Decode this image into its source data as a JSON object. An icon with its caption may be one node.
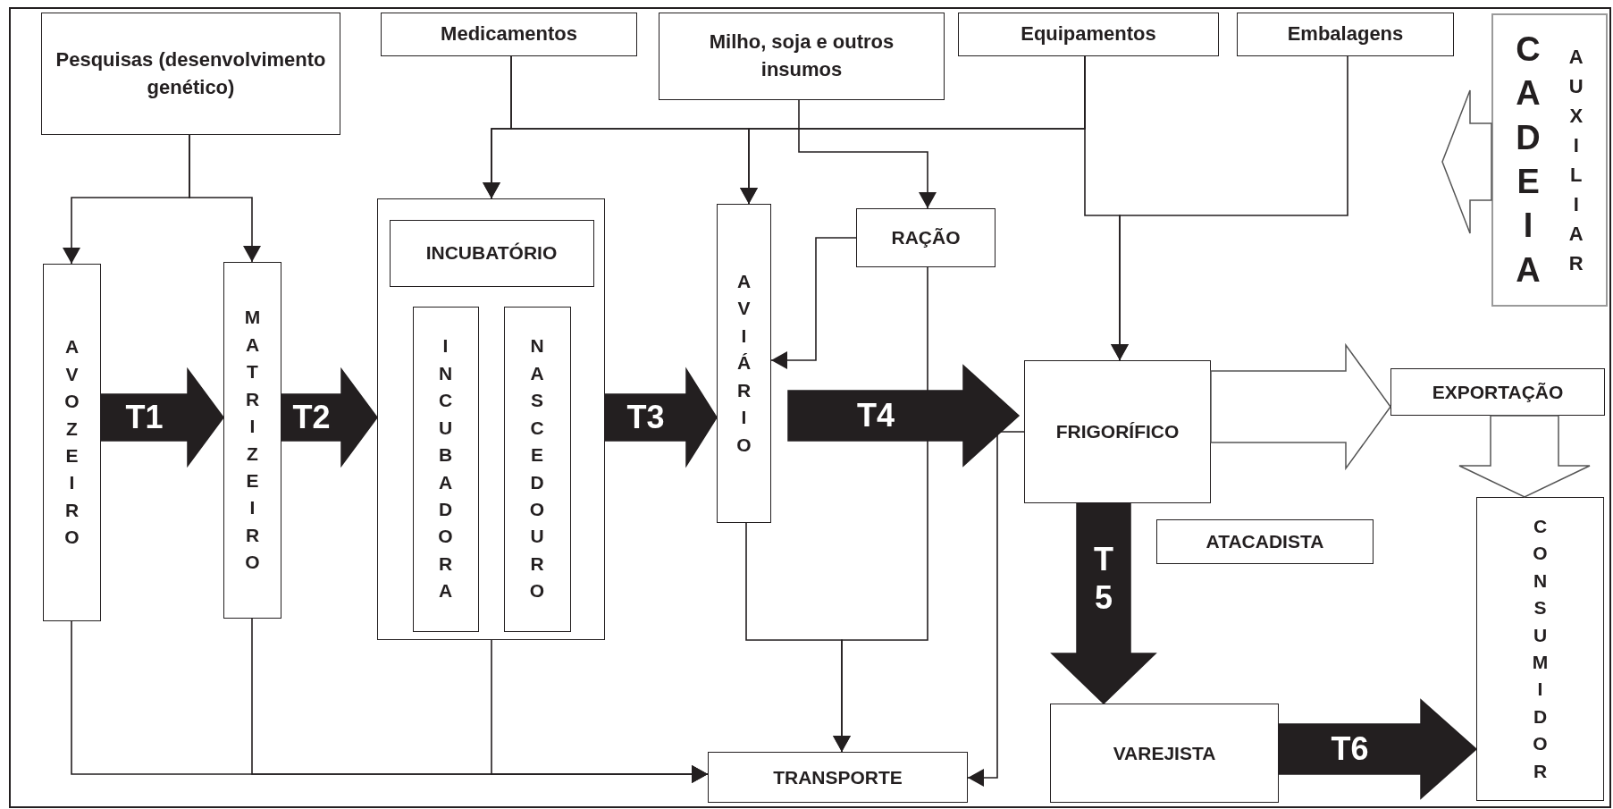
{
  "diagram": {
    "nodes": [
      {
        "text": [
          "Pesquisas (desenvolvimento genético)"
        ]
      },
      {
        "text": [
          "Medicamentos"
        ]
      },
      {
        "text": [
          "Milho, soja e outros insumos"
        ]
      },
      {
        "text": [
          "Equipamentos"
        ]
      },
      {
        "text": [
          "Embalagens"
        ]
      },
      {
        "text": [
          "CADEIA",
          "AUXILIAR"
        ]
      },
      {
        "text": [
          "AVOZEIRO"
        ]
      },
      {
        "text": [
          "MATRIZEIRO"
        ]
      },
      {
        "text": [],
        "shape": "box"
      },
      {
        "text": [
          "INCUBATÓRIO"
        ],
        "in": 8
      },
      {
        "text": [
          "INCUBADORA"
        ],
        "in": 8
      },
      {
        "text": [
          "NASCEDOURO"
        ],
        "in": 8
      },
      {
        "text": [
          "AVIÁRIO"
        ]
      },
      {
        "text": [
          "RAÇÃO"
        ]
      },
      {
        "text": [
          "FRIGORÍFICO"
        ]
      },
      {
        "text": [
          "EXPORTAÇÃO"
        ]
      },
      {
        "text": [
          "ATACADISTA"
        ]
      },
      {
        "text": [
          "CONSUMIDOR"
        ]
      },
      {
        "text": [
          "VAREJISTA"
        ]
      },
      {
        "text": [
          "TRANSPORTE"
        ]
      }
    ],
    "edges": [
      {
        "from": 0,
        "to": 6,
        "arrow": "to"
      },
      {
        "from": 0,
        "to": 7,
        "arrow": "to"
      },
      {
        "from": 1,
        "to": 8,
        "arrow": "to"
      },
      {
        "from": 1,
        "to": 12,
        "arrow": "to"
      },
      {
        "from": 3,
        "to": 8,
        "arrow": "to"
      },
      {
        "from": 3,
        "to": 12,
        "arrow": "to"
      },
      {
        "from": 2,
        "to": 13,
        "arrow": "to"
      },
      {
        "from": 13,
        "to": 12,
        "arrow": "to"
      },
      {
        "from": 3,
        "to": 14,
        "arrow": "to"
      },
      {
        "from": 4,
        "to": 14,
        "arrow": "to"
      },
      {
        "from": 12,
        "to": 19,
        "arrow": "to"
      },
      {
        "from": 13,
        "to": 19,
        "arrow": "to"
      },
      {
        "from": 14,
        "to": 19,
        "arrow": "to"
      },
      {
        "from": 6,
        "to": 19,
        "arrow": "to"
      },
      {
        "from": 7,
        "to": 19,
        "arrow": "to"
      },
      {
        "from": 8,
        "to": 19,
        "arrow": "to"
      },
      {
        "from": 6,
        "to": 7,
        "arrow": "to",
        "label": "T1",
        "style": "thick"
      },
      {
        "from": 7,
        "to": 8,
        "arrow": "to",
        "label": "T2",
        "style": "thick"
      },
      {
        "from": 8,
        "to": 12,
        "arrow": "to",
        "label": "T3",
        "style": "thick"
      },
      {
        "from": 12,
        "to": 14,
        "arrow": "to",
        "label": "T4",
        "style": "thick"
      },
      {
        "from": 14,
        "to": 18,
        "arrow": "to",
        "label": "T5",
        "style": "thick"
      },
      {
        "from": 18,
        "to": 17,
        "arrow": "to",
        "label": "T6",
        "style": "thick"
      },
      {
        "from": 14,
        "to": 15,
        "arrow": "to",
        "style": "thick",
        "color": "#ffffff"
      },
      {
        "from": 15,
        "to": 17,
        "arrow": "to",
        "style": "thick",
        "color": "#ffffff"
      },
      {
        "from": 5,
        "to": null,
        "arrow": "to",
        "style": "thick",
        "color": "#ffffff"
      }
    ]
  }
}
